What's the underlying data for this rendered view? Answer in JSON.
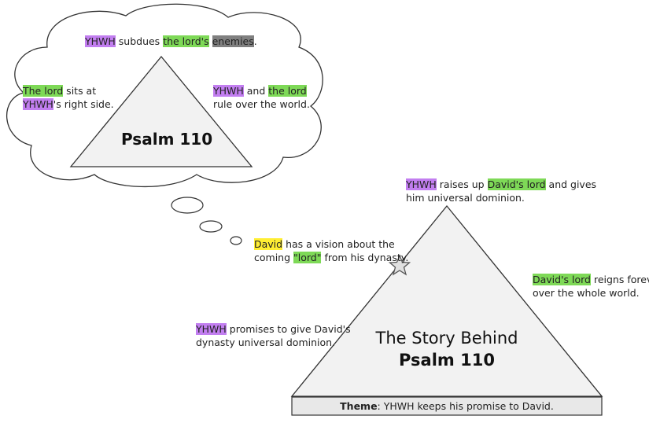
{
  "thought_bubble": {
    "title": "Psalm 110",
    "top_text": {
      "p1": "YHWH",
      "p2": " subdues ",
      "p3": "the lord's",
      "p4": " ",
      "p5": "enemies",
      "p6": "."
    },
    "left_text": {
      "p1": "The lord",
      "p2": " sits at",
      "p3": "YHWH",
      "p4": "'s right side."
    },
    "right_text": {
      "p1": "YHWH",
      "p2": " and ",
      "p3": "the lord",
      "p4": "rule over the world."
    }
  },
  "story": {
    "title_line1": "The Story Behind",
    "title_line2": "Psalm 110",
    "top_text": {
      "p1": "YHWH",
      "p2": " raises up ",
      "p3": "David's lord",
      "p4": " and gives",
      "p5": "him universal dominion."
    },
    "vision_text": {
      "p1": "David",
      "p2": " has a vision about the",
      "p3": "coming ",
      "p4": "\"lord\"",
      "p5": " from his dynasty."
    },
    "right_text": {
      "p1": "David's lord",
      "p2": " reigns forever",
      "p3": "over the whole world."
    },
    "left_text": {
      "p1": "YHWH",
      "p2": " promises to give David's",
      "p3": "dynasty universal dominion."
    },
    "theme": {
      "label": "Theme",
      "text": ": YHWH keeps his promise to David."
    }
  },
  "colors": {
    "yhwh": "#c27ef0",
    "lord": "#7ed957",
    "enemies": "#808080",
    "david": "#ffee33",
    "triangle_fill": "#f2f2f2",
    "stroke": "#333333"
  },
  "icons": [
    "star-icon"
  ]
}
